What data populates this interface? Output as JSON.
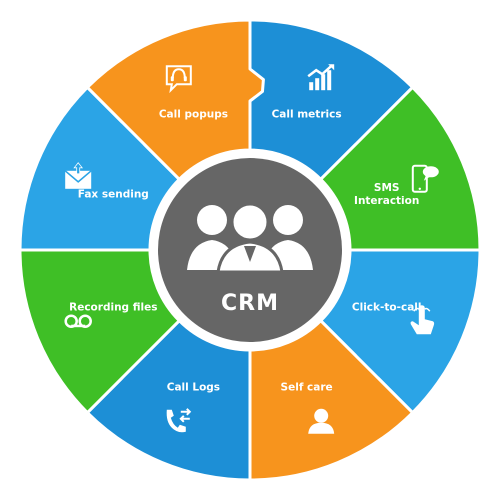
{
  "center": {
    "label": "CRM",
    "icon": "people-group-icon",
    "color": "#666666"
  },
  "segments": [
    {
      "label_lines": [
        "Call metrics"
      ],
      "icon": "bar-chart-icon",
      "color": "#1d8fd6"
    },
    {
      "label_lines": [
        "SMS",
        "Interaction"
      ],
      "icon": "mobile-sms-icon",
      "color": "#3fbf26"
    },
    {
      "label_lines": [
        "Click-to-call"
      ],
      "icon": "hand-pointer-icon",
      "color": "#2ba4e6"
    },
    {
      "label_lines": [
        "Self care"
      ],
      "icon": "person-icon",
      "color": "#f7941d"
    },
    {
      "label_lines": [
        "Call Logs"
      ],
      "icon": "phone-transfer-icon",
      "color": "#1d8fd6"
    },
    {
      "label_lines": [
        "Recording files"
      ],
      "icon": "voicemail-icon",
      "color": "#3fbf26"
    },
    {
      "label_lines": [
        "Fax sending"
      ],
      "icon": "envelope-upload-icon",
      "color": "#2ba4e6"
    },
    {
      "label_lines": [
        "Call popups"
      ],
      "icon": "headset-chat-icon",
      "color": "#f7941d"
    }
  ]
}
